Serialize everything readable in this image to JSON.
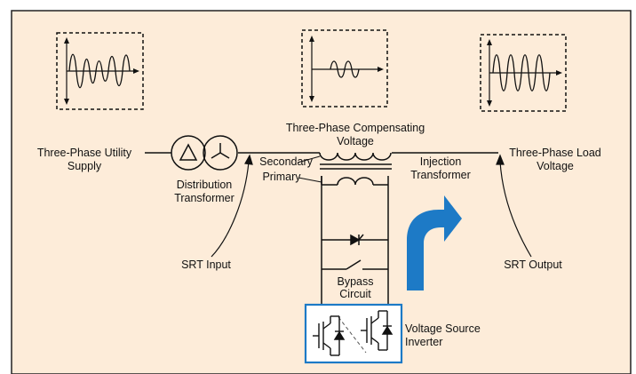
{
  "colors": {
    "background": "#fdecd9",
    "frame": "#222222",
    "inverter_box": "#1d7ac6",
    "arrow": "#1d7ac6",
    "line": "#111111"
  },
  "labels": {
    "utility_supply": [
      "Three-Phase Utility",
      "Supply"
    ],
    "distribution_transformer": [
      "Distribution",
      "Transformer"
    ],
    "compensating_voltage": [
      "Three-Phase Compensating",
      "Voltage"
    ],
    "secondary": "Secondary",
    "primary": "Primary",
    "injection_transformer": [
      "Injection",
      "Transformer"
    ],
    "load_voltage": [
      "Three-Phase Load",
      "Voltage"
    ],
    "srt_input": "SRT Input",
    "srt_output": "SRT Output",
    "bypass_circuit": [
      "Bypass",
      "Circuit"
    ],
    "voltage_source_inverter": [
      "Voltage Source",
      "Inverter"
    ]
  },
  "waveforms": {
    "supply": "sag-distorted sine",
    "compensating": "small injected sine",
    "load": "restored full sine"
  },
  "icons": {
    "delta": "delta-winding-icon",
    "wye": "wye-winding-icon",
    "thyristor": "thyristor-icon",
    "switch": "bypass-switch-icon",
    "igbt": "igbt-icon",
    "flow_arrow": "curved-arrow-icon"
  }
}
